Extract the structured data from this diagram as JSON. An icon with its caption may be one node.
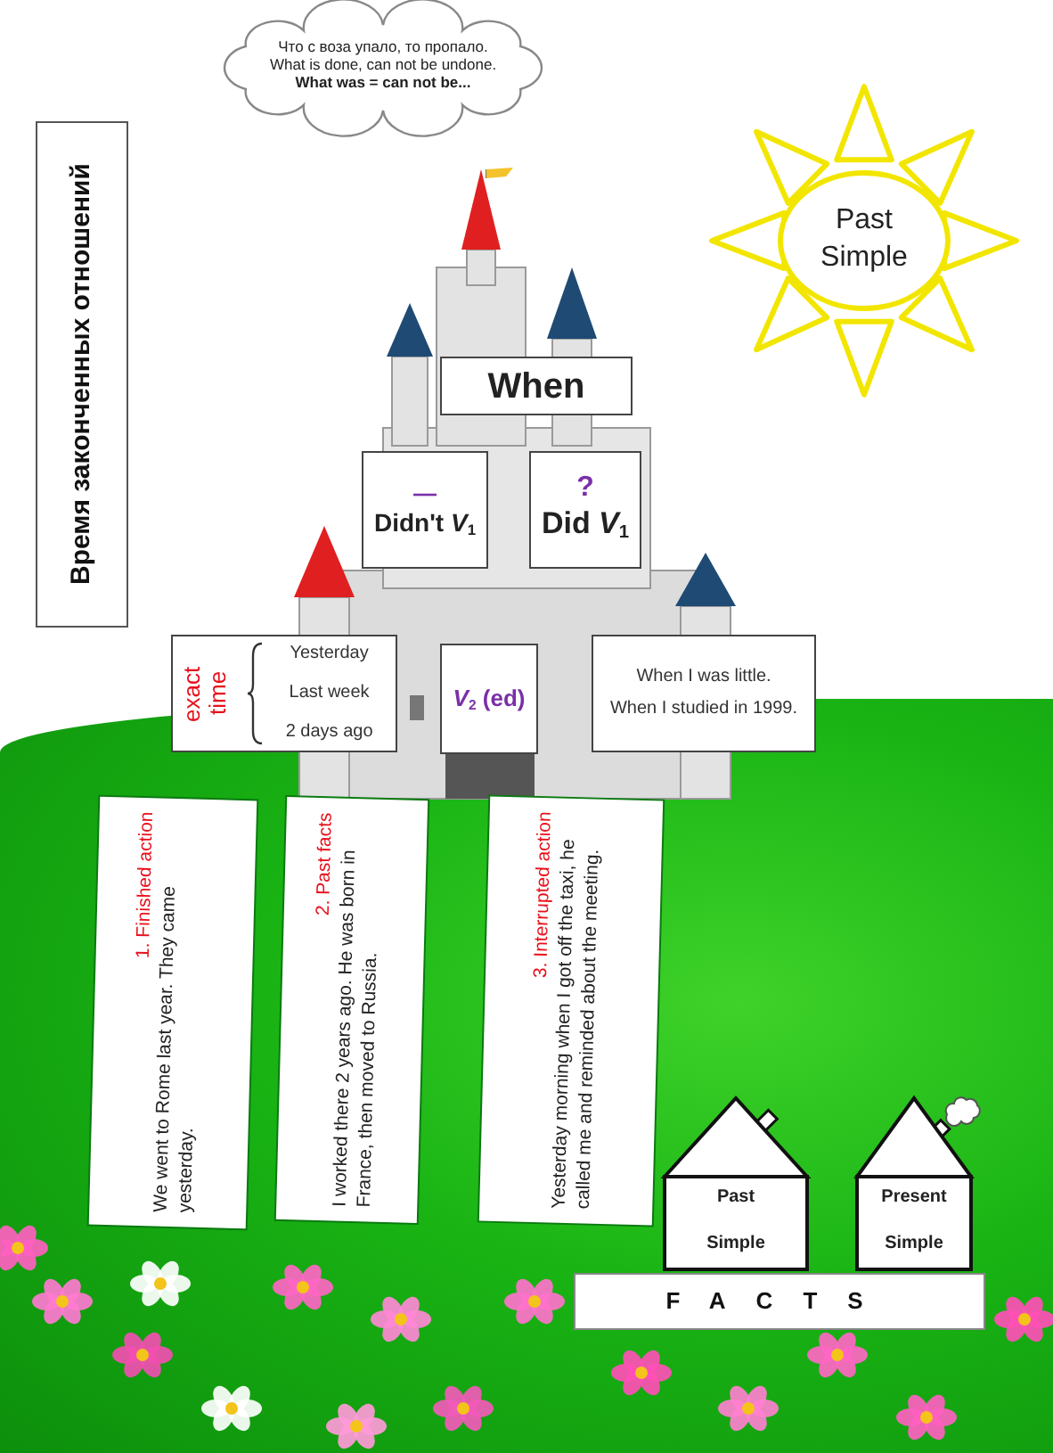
{
  "diagram": {
    "nodes": [
      {
        "text": [
          "Что с воза упало, то пропало.",
          "What is done, can not be undone.",
          "What was = can not be..."
        ]
      },
      {
        "text": [
          "Время законченных отношений"
        ]
      },
      {
        "text": [
          "Past Simple"
        ]
      },
      {
        "text": [
          "When"
        ]
      },
      {
        "text": [
          "—",
          "Didn't *V*$_{1}$"
        ]
      },
      {
        "text": [
          "?",
          "Did *V*$_{1}$"
        ]
      },
      {
        "text": [
          "exact time",
          "Yesterday",
          "Last week",
          "2 days ago"
        ]
      },
      {
        "text": [
          "*V*$_{2}$ (ed)"
        ]
      },
      {
        "text": [
          "When I was little.",
          "When I studied in 1999."
        ]
      },
      {
        "text": [
          "1.   Finished action",
          "We went to Rome last year. They came yesterday."
        ]
      },
      {
        "text": [
          "2. Past facts",
          "I worked there 2 years ago. He was born in France, then moved to Russia."
        ]
      },
      {
        "text": [
          "3. Interrupted action",
          "Yesterday morning when I got off the taxi, he called me and reminded about the meeting."
        ]
      },
      {
        "text": [
          "Past Simple"
        ]
      },
      {
        "text": [
          "Present Simple"
        ]
      },
      {
        "text": [
          "FACTS"
        ]
      }
    ]
  }
}
